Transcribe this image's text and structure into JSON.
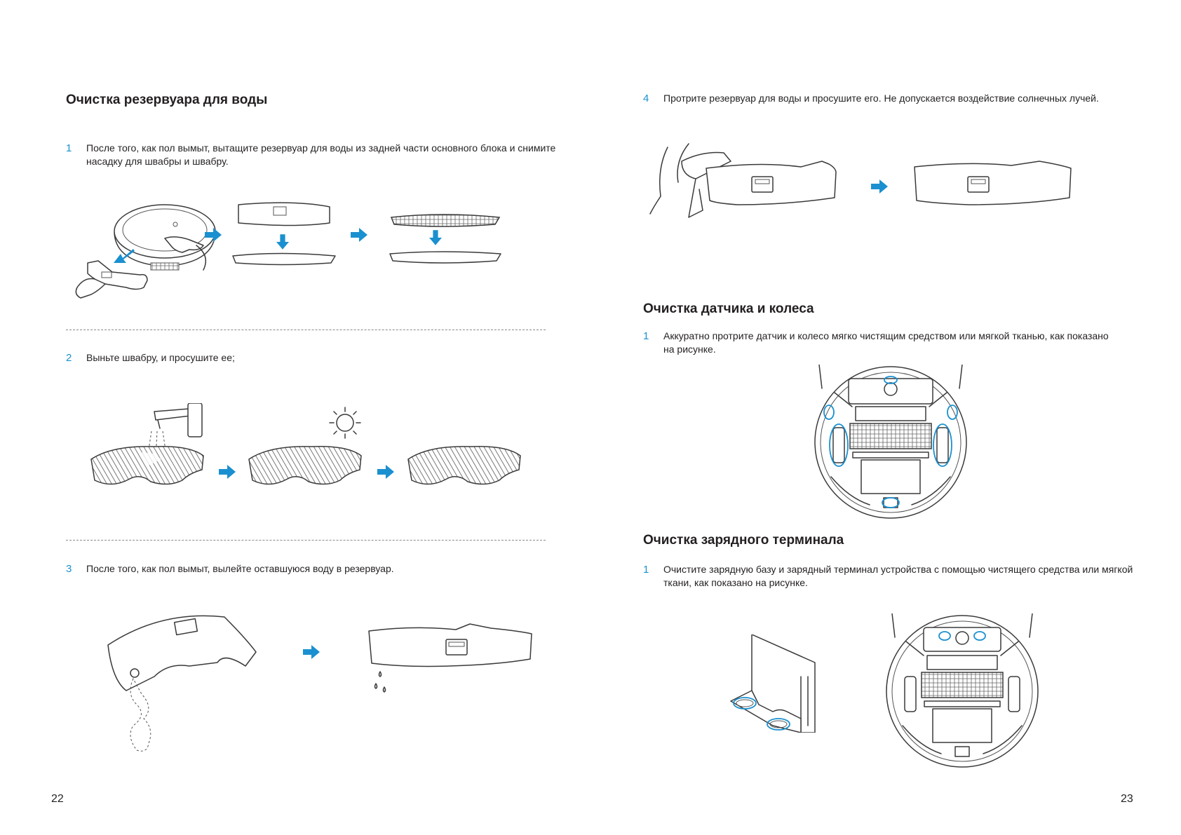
{
  "left_page": {
    "heading": "Очистка резервуара для воды",
    "steps": [
      {
        "num": "1",
        "text": "После того, как пол вымыт, вытащите резервуар для воды из задней части основного блока и снимите насадку для швабры и швабру."
      },
      {
        "num": "2",
        "text": "Выньте швабру, и просушите ее;"
      },
      {
        "num": "3",
        "text": "После того, как пол вымыт, вылейте оставшуюся воду в резервуар."
      }
    ],
    "page_number": "22"
  },
  "right_page": {
    "step4": {
      "num": "4",
      "text": "Протрите резервуар для воды и просушите его. Не допускается воздействие солнечных лучей."
    },
    "sensor_section": {
      "heading": "Очистка датчика и колеса",
      "step": {
        "num": "1",
        "text": "Аккуратно протрите датчик и колесо мягко чистящим средством или мягкой тканью, как показано на рисунке."
      }
    },
    "terminal_section": {
      "heading": "Очистка зарядного терминала",
      "step": {
        "num": "1",
        "text": "Очистите зарядную базу и зарядный терминал устройства с помощью чистящего средства или мягкой ткани, как показано на рисунке."
      }
    },
    "page_number": "23"
  },
  "colors": {
    "accent": "#1a90d0",
    "text": "#231f20",
    "line": "#3a3a3a"
  },
  "icons": [
    "arrow-right-icon",
    "arrow-down-icon",
    "sun-icon",
    "faucet-icon",
    "water-drop-icon"
  ]
}
